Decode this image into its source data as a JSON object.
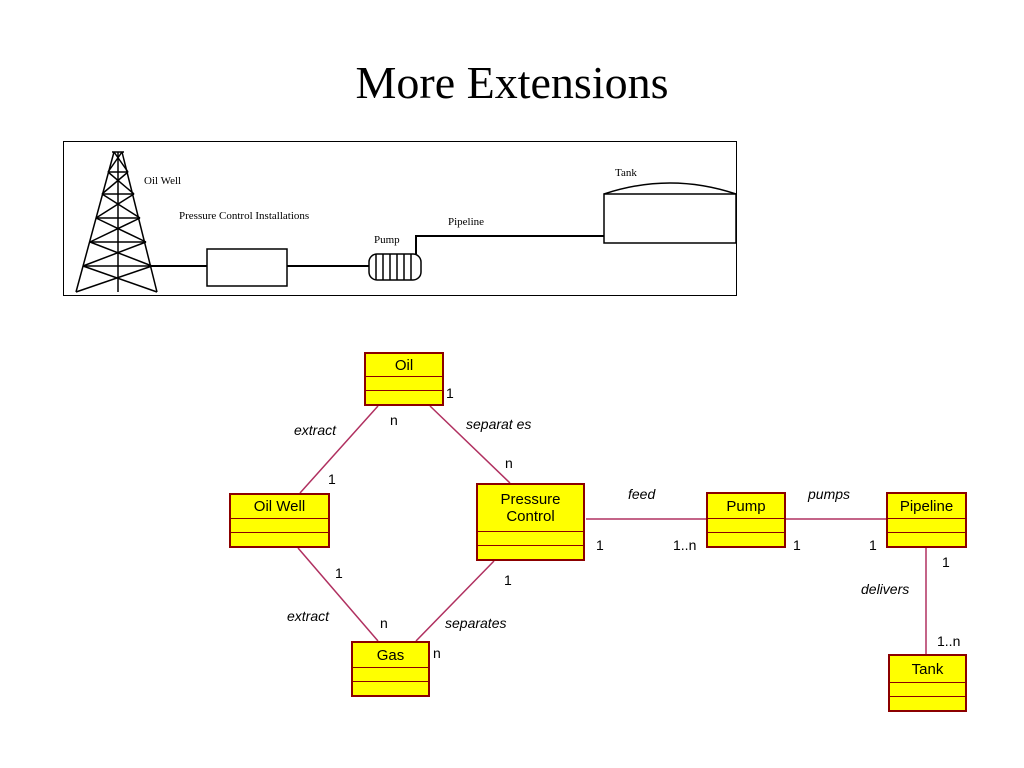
{
  "slide": {
    "title": "More Extensions"
  },
  "sketch": {
    "oil_well": "Oil Well",
    "pressure_control": "Pressure Control Installations",
    "pump": "Pump",
    "pipeline": "Pipeline",
    "tank": "Tank"
  },
  "classes": {
    "oil": "Oil",
    "oil_well": "Oil Well",
    "pressure_control": "Pressure Control",
    "gas": "Gas",
    "pump": "Pump",
    "pipeline": "Pipeline",
    "tank": "Tank"
  },
  "associations": {
    "extract_oil": "extract",
    "separates_oil": "separat es",
    "extract_gas": "extract",
    "separates_gas": "separates",
    "feed": "feed",
    "pumps": "pumps",
    "delivers": "delivers"
  },
  "multiplicities": {
    "oil_right": "1",
    "oil_extract": "n",
    "oil_separates": "n",
    "well_extract_oil": "1",
    "well_extract_gas": "1",
    "gas_extract": "n",
    "gas_separates": "n",
    "pc_separates_gas": "1",
    "pc_feed": "1",
    "pump_feed": "1..n",
    "pump_pumps": "1",
    "pipeline_pumps": "1",
    "pipeline_delivers": "1",
    "tank_delivers": "1..n"
  },
  "colors": {
    "class_fill": "#ffff00",
    "class_border": "#8b0000",
    "line": "#b03060"
  }
}
